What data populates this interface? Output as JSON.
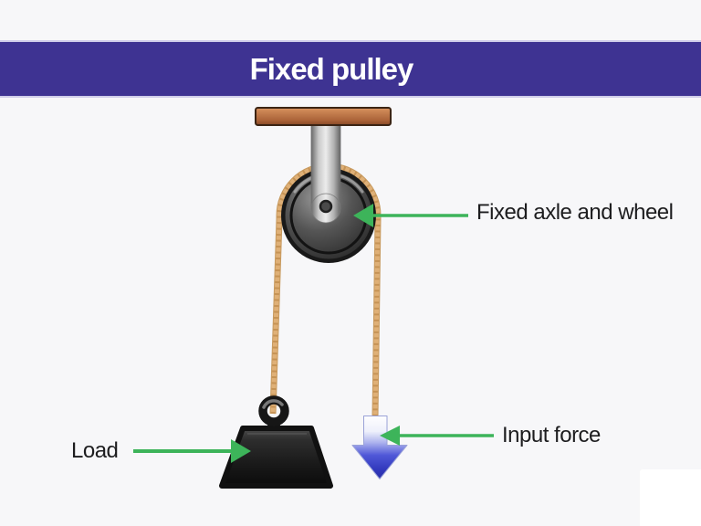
{
  "title": "Fixed pulley",
  "diagram": {
    "labels": {
      "axle_wheel": "Fixed axle and wheel",
      "load": "Load",
      "input_force": "Input force"
    }
  },
  "colors": {
    "background": "#f7f7f9",
    "banner": "#3e3392",
    "banner_edge": "#cfcde9",
    "title_text": "#ffffff",
    "label_text": "#1d1d1f",
    "pointer_green": "#3db45a",
    "rope": "#dfb077",
    "rope_strand": "#b07c3a",
    "beam_brown": "#bf7a4b",
    "bracket_gray": "#c9c9c9",
    "wheel_dark": "#2a2a2a",
    "weight_black": "#161616",
    "force_arrow_blue": "#3138bc"
  }
}
